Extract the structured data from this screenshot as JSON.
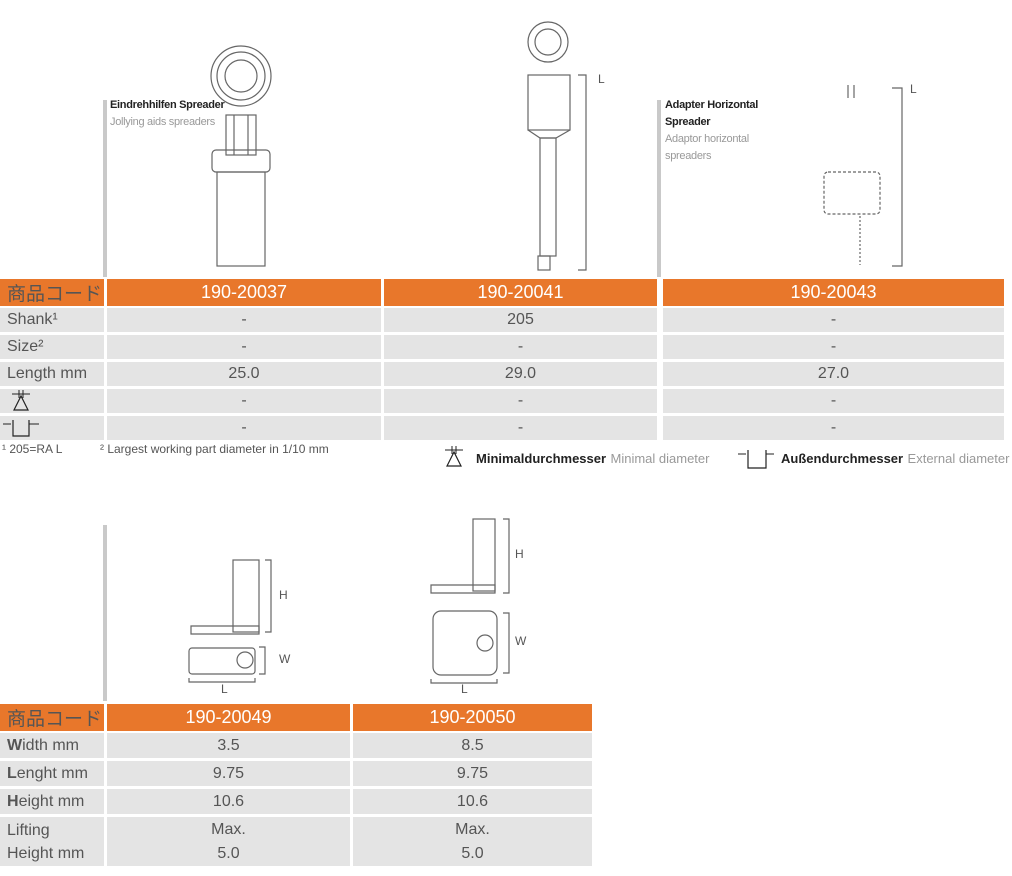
{
  "table1": {
    "header_label": "商品コード",
    "columns": [
      "190-20037",
      "190-20041",
      "190-20043"
    ],
    "rows": [
      {
        "label": "Shank¹",
        "values": [
          "-",
          "205",
          "-"
        ]
      },
      {
        "label": "Size²",
        "values": [
          "-",
          "-",
          "-"
        ]
      },
      {
        "label": "Length mm",
        "values": [
          "25.0",
          "29.0",
          "27.0"
        ]
      },
      {
        "label": "",
        "icon": "minimal-diameter-icon",
        "values": [
          "-",
          "-",
          "-"
        ]
      },
      {
        "label": "",
        "icon": "external-diameter-icon",
        "values": [
          "-",
          "-",
          "-"
        ]
      }
    ]
  },
  "captions": {
    "jollying_de": "Eindrehhilfen Spreader",
    "jollying_en": "Jollying aids spreaders",
    "adapter_de_1": "Adapter Horizontal",
    "adapter_de_2": "Spreader",
    "adapter_en_1": "Adaptor horizontal",
    "adapter_en_2": "spreaders",
    "dim_L1": "L",
    "dim_L2": "L"
  },
  "footnotes": {
    "note1": "¹ 205=RA L",
    "note2": "² Largest working part diameter in 1/10 mm",
    "minimal_de": "Minimaldurchmesser",
    "minimal_en": "Minimal diameter",
    "external_de": "Außendurchmesser",
    "external_en": "External diameter"
  },
  "table2": {
    "header_label": "商品コード",
    "columns": [
      "190-20049",
      "190-20050"
    ],
    "rows": [
      {
        "initial": "W",
        "rest": "idth mm",
        "values": [
          "3.5",
          "8.5"
        ]
      },
      {
        "initial": "L",
        "rest": "enght mm",
        "values": [
          "9.75",
          "9.75"
        ]
      },
      {
        "initial": "H",
        "rest": "eight mm",
        "values": [
          "10.6",
          "10.6"
        ]
      }
    ],
    "lifting": {
      "label_1": "Lifting",
      "label_2": "Height mm",
      "values_1": [
        "Max.",
        "Max."
      ],
      "values_2": [
        "5.0",
        "5.0"
      ]
    }
  },
  "dims2": {
    "H1": "H",
    "W1": "W",
    "L1": "L",
    "H2": "H",
    "W2": "W",
    "L2": "L"
  },
  "colors": {
    "accent": "#e8772b",
    "row_bg": "#e4e4e4",
    "divider": "#c9c9c9"
  }
}
